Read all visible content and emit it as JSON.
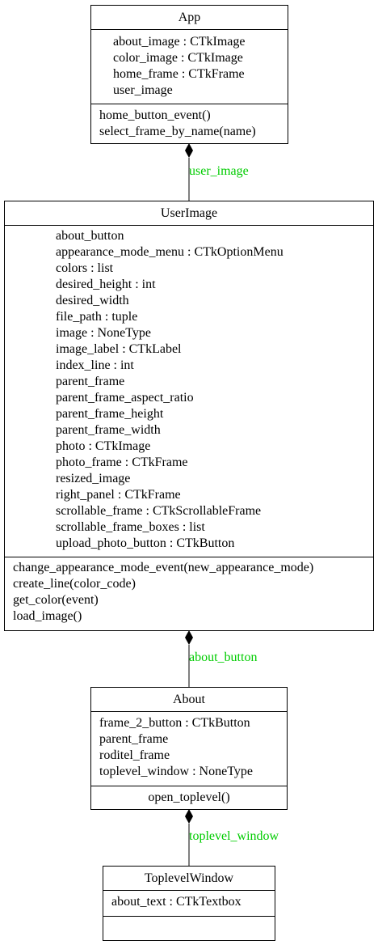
{
  "classes": {
    "app": {
      "name": "App",
      "attributes": [
        "about_image : CTkImage",
        "color_image : CTkImage",
        "home_frame : CTkFrame",
        "user_image"
      ],
      "methods": [
        "home_button_event()",
        "select_frame_by_name(name)"
      ]
    },
    "user_image": {
      "name": "UserImage",
      "attributes": [
        "about_button",
        "appearance_mode_menu : CTkOptionMenu",
        "colors : list",
        "desired_height : int",
        "desired_width",
        "file_path : tuple",
        "image : NoneType",
        "image_label : CTkLabel",
        "index_line : int",
        "parent_frame",
        "parent_frame_aspect_ratio",
        "parent_frame_height",
        "parent_frame_width",
        "photo : CTkImage",
        "photo_frame : CTkFrame",
        "resized_image",
        "right_panel : CTkFrame",
        "scrollable_frame : CTkScrollableFrame",
        "scrollable_frame_boxes : list",
        "upload_photo_button : CTkButton"
      ],
      "methods": [
        "change_appearance_mode_event(new_appearance_mode)",
        "create_line(color_code)",
        "get_color(event)",
        "load_image()"
      ]
    },
    "about": {
      "name": "About",
      "attributes": [
        "frame_2_button : CTkButton",
        "parent_frame",
        "roditel_frame",
        "toplevel_window : NoneType"
      ],
      "methods": [
        "open_toplevel()"
      ]
    },
    "toplevel_window": {
      "name": "ToplevelWindow",
      "attributes": [
        "about_text : CTkTextbox"
      ],
      "methods": []
    }
  },
  "relations": [
    {
      "from": "UserImage",
      "to": "App",
      "type": "composition",
      "label": "user_image"
    },
    {
      "from": "About",
      "to": "UserImage",
      "type": "composition",
      "label": "about_button"
    },
    {
      "from": "ToplevelWindow",
      "to": "About",
      "type": "composition",
      "label": "toplevel_window"
    }
  ],
  "colors": {
    "line": "#000000",
    "label": "#00cc00",
    "background": "#ffffff"
  }
}
